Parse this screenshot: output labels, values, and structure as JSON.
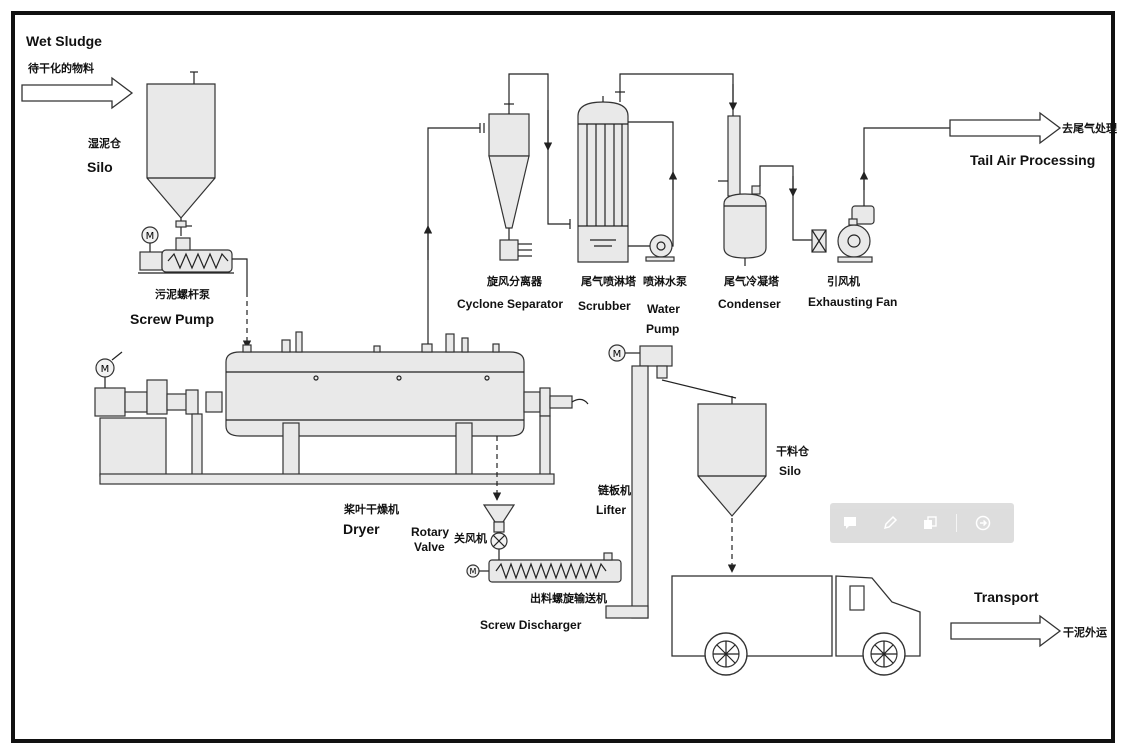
{
  "labels": {
    "wet_sludge_en": "Wet Sludge",
    "wet_sludge_cn": "待干化的物料",
    "silo1_cn": "湿泥仓",
    "silo1_en": "Silo",
    "screw_pump_cn": "污泥螺杆泵",
    "screw_pump_en": "Screw Pump",
    "dryer_cn": "桨叶干燥机",
    "dryer_en": "Dryer",
    "rotary_valve_en_1": "Rotary",
    "rotary_valve_en_2": "Valve",
    "rotary_valve_cn": "关风机",
    "screw_discharger_cn": "出料螺旋输送机",
    "screw_discharger_en": "Screw Discharger",
    "lifter_cn": "链板机",
    "lifter_en": "Lifter",
    "silo2_cn": "干料仓",
    "silo2_en": "Silo",
    "cyclone_cn": "旋风分离器",
    "cyclone_en": "Cyclone Separator",
    "scrubber_cn": "尾气喷淋塔",
    "scrubber_en": "Scrubber",
    "water_pump_cn": "喷淋水泵",
    "water_pump_en_1": "Water",
    "water_pump_en_2": "Pump",
    "condenser_cn": "尾气冷凝塔",
    "condenser_en": "Condenser",
    "fan_cn": "引风机",
    "fan_en": "Exhausting Fan",
    "tail_air_cn": "去尾气处理",
    "tail_air_en": "Tail Air Processing",
    "transport_en": "Transport",
    "transport_cn": "干泥外运",
    "motor_symbol": "M"
  },
  "toolbar": {
    "icons": [
      "comment-icon",
      "pencil-icon",
      "copy-icon",
      "share-icon"
    ]
  }
}
